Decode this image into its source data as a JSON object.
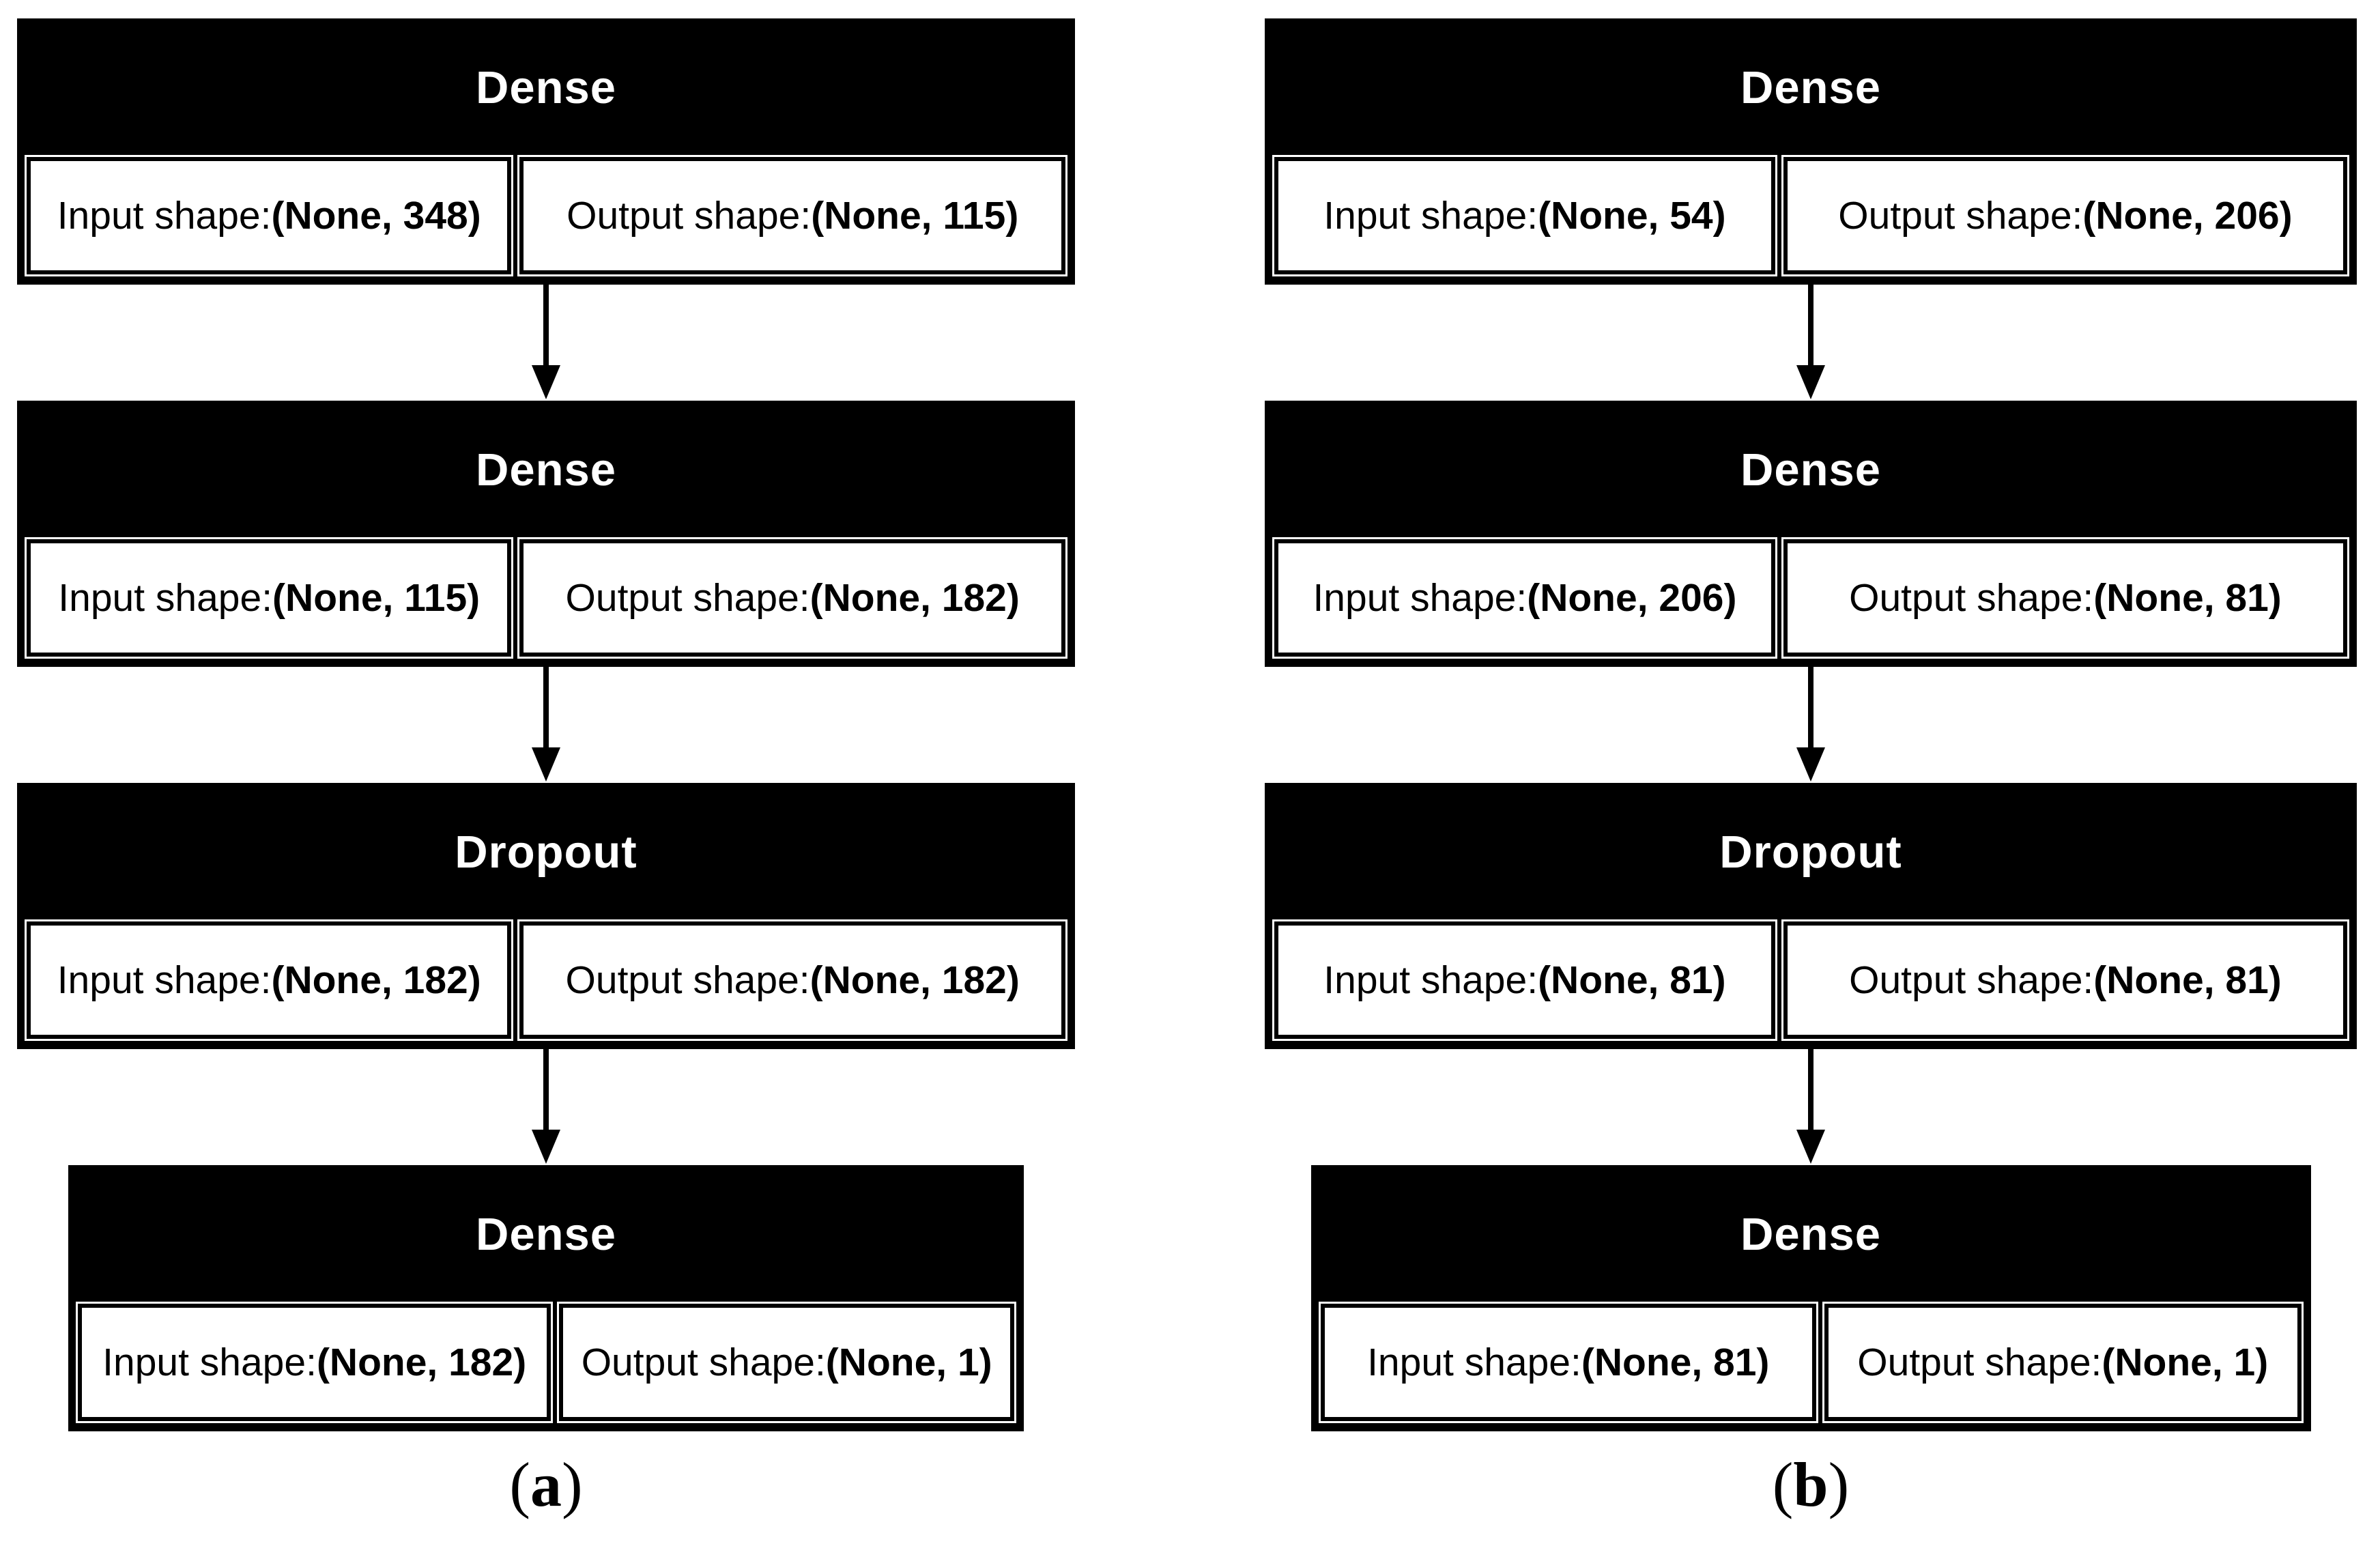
{
  "labels": {
    "input_prefix": "Input shape: ",
    "output_prefix": "Output shape: ",
    "caption_open": "(",
    "caption_close": ")"
  },
  "colors": {
    "block_bg": "#000000",
    "header_text": "#ffffff",
    "cell_bg": "#ffffff",
    "cell_text": "#000000",
    "page_bg": "#ffffff"
  },
  "diagrams": [
    {
      "caption": "a",
      "layers": [
        {
          "name": "Dense",
          "input_value": "(None, 348)",
          "output_value": "(None, 115)"
        },
        {
          "name": "Dense",
          "input_value": "(None, 115)",
          "output_value": "(None, 182)"
        },
        {
          "name": "Dropout",
          "input_value": "(None, 182)",
          "output_value": "(None, 182)"
        },
        {
          "name": "Dense",
          "input_value": "(None, 182)",
          "output_value": "(None, 1)"
        }
      ]
    },
    {
      "caption": "b",
      "layers": [
        {
          "name": "Dense",
          "input_value": "(None, 54)",
          "output_value": "(None, 206)"
        },
        {
          "name": "Dense",
          "input_value": "(None, 206)",
          "output_value": "(None, 81)"
        },
        {
          "name": "Dropout",
          "input_value": "(None, 81)",
          "output_value": "(None, 81)"
        },
        {
          "name": "Dense",
          "input_value": "(None, 81)",
          "output_value": "(None, 1)"
        }
      ]
    }
  ]
}
